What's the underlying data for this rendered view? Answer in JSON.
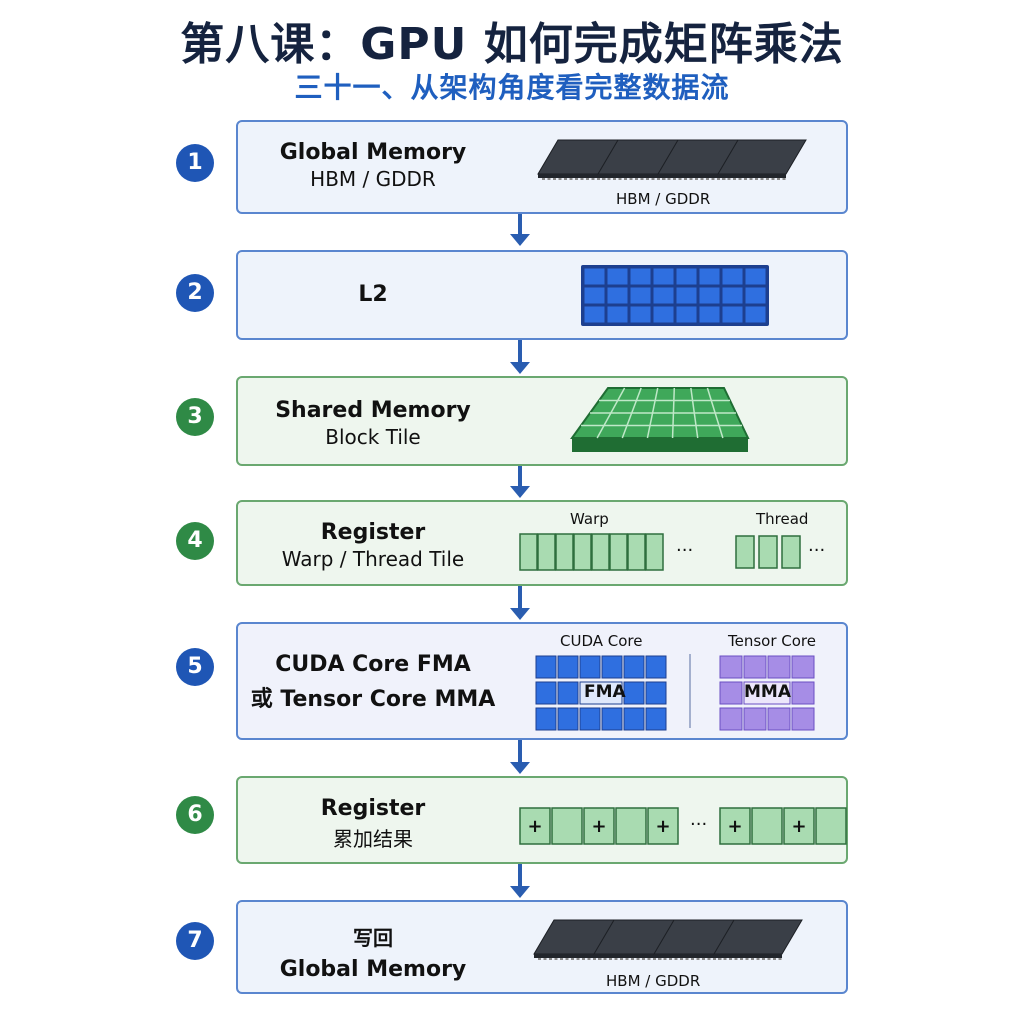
{
  "title": "第八课：GPU 如何完成矩阵乘法",
  "subtitle": "三十一、从架构角度看完整数据流",
  "steps": [
    {
      "number": "1",
      "line1": "Global Memory",
      "line2": "HBM / GDDR",
      "caption": "HBM / GDDR"
    },
    {
      "number": "2",
      "line1": "L2"
    },
    {
      "number": "3",
      "line1": "Shared Memory",
      "line2": "Block Tile"
    },
    {
      "number": "4",
      "line1": "Register",
      "line2": "Warp / Thread Tile",
      "warp_label": "Warp",
      "thread_label": "Thread",
      "ellipsis": "···"
    },
    {
      "number": "5",
      "line1": "CUDA Core FMA",
      "line2": "或 Tensor Core MMA",
      "cuda_label": "CUDA Core",
      "tensor_label": "Tensor Core",
      "fma": "FMA",
      "mma": "MMA"
    },
    {
      "number": "6",
      "line1": "Register",
      "line2": "累加结果",
      "plus": "+",
      "ellipsis": "···"
    },
    {
      "number": "7",
      "line1": "写回",
      "line2": "Global Memory",
      "caption": "HBM / GDDR"
    }
  ],
  "colors": {
    "blue": "#1f56b5",
    "green": "#2f8a46",
    "purple": "#8e6ad8"
  }
}
